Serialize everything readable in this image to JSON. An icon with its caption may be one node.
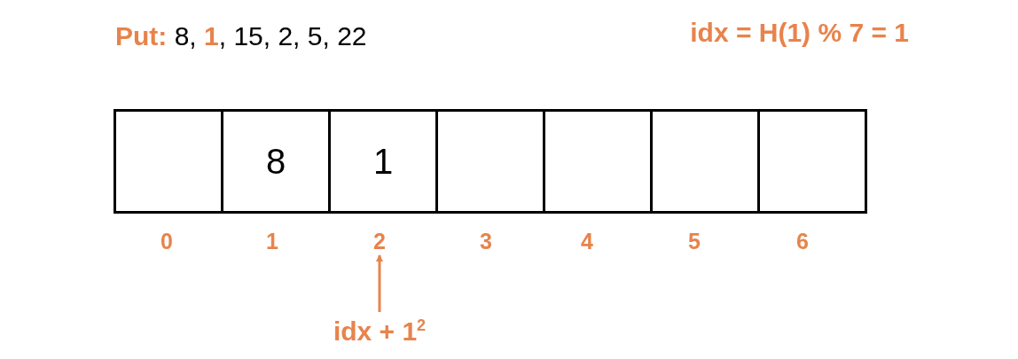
{
  "diagram": {
    "nodes": [
      {
        "text": [],
        "shape": "box"
      },
      {
        "text": [
          "8"
        ]
      },
      {
        "text": [
          "1"
        ]
      },
      {
        "text": [],
        "shape": "box"
      },
      {
        "text": [],
        "shape": "box"
      },
      {
        "text": [],
        "shape": "box"
      },
      {
        "text": [],
        "shape": "box"
      },
      {
        "text": [
          "0"
        ]
      },
      {
        "text": [
          "1"
        ]
      },
      {
        "text": [
          "2"
        ]
      },
      {
        "text": [
          "3"
        ]
      },
      {
        "text": [
          "4"
        ]
      },
      {
        "text": [
          "5"
        ]
      },
      {
        "text": [
          "6"
        ]
      },
      {
        "text": [
          "idx + 1$^{2}$"
        ]
      }
    ],
    "edges": [
      {
        "from": 14,
        "to": 9,
        "arrow": "to"
      }
    ],
    "labels": [
      "**Put:** 8, **1**, 15, 2, 5, 22",
      "idx = H(1) % 7 = 1"
    ]
  }
}
